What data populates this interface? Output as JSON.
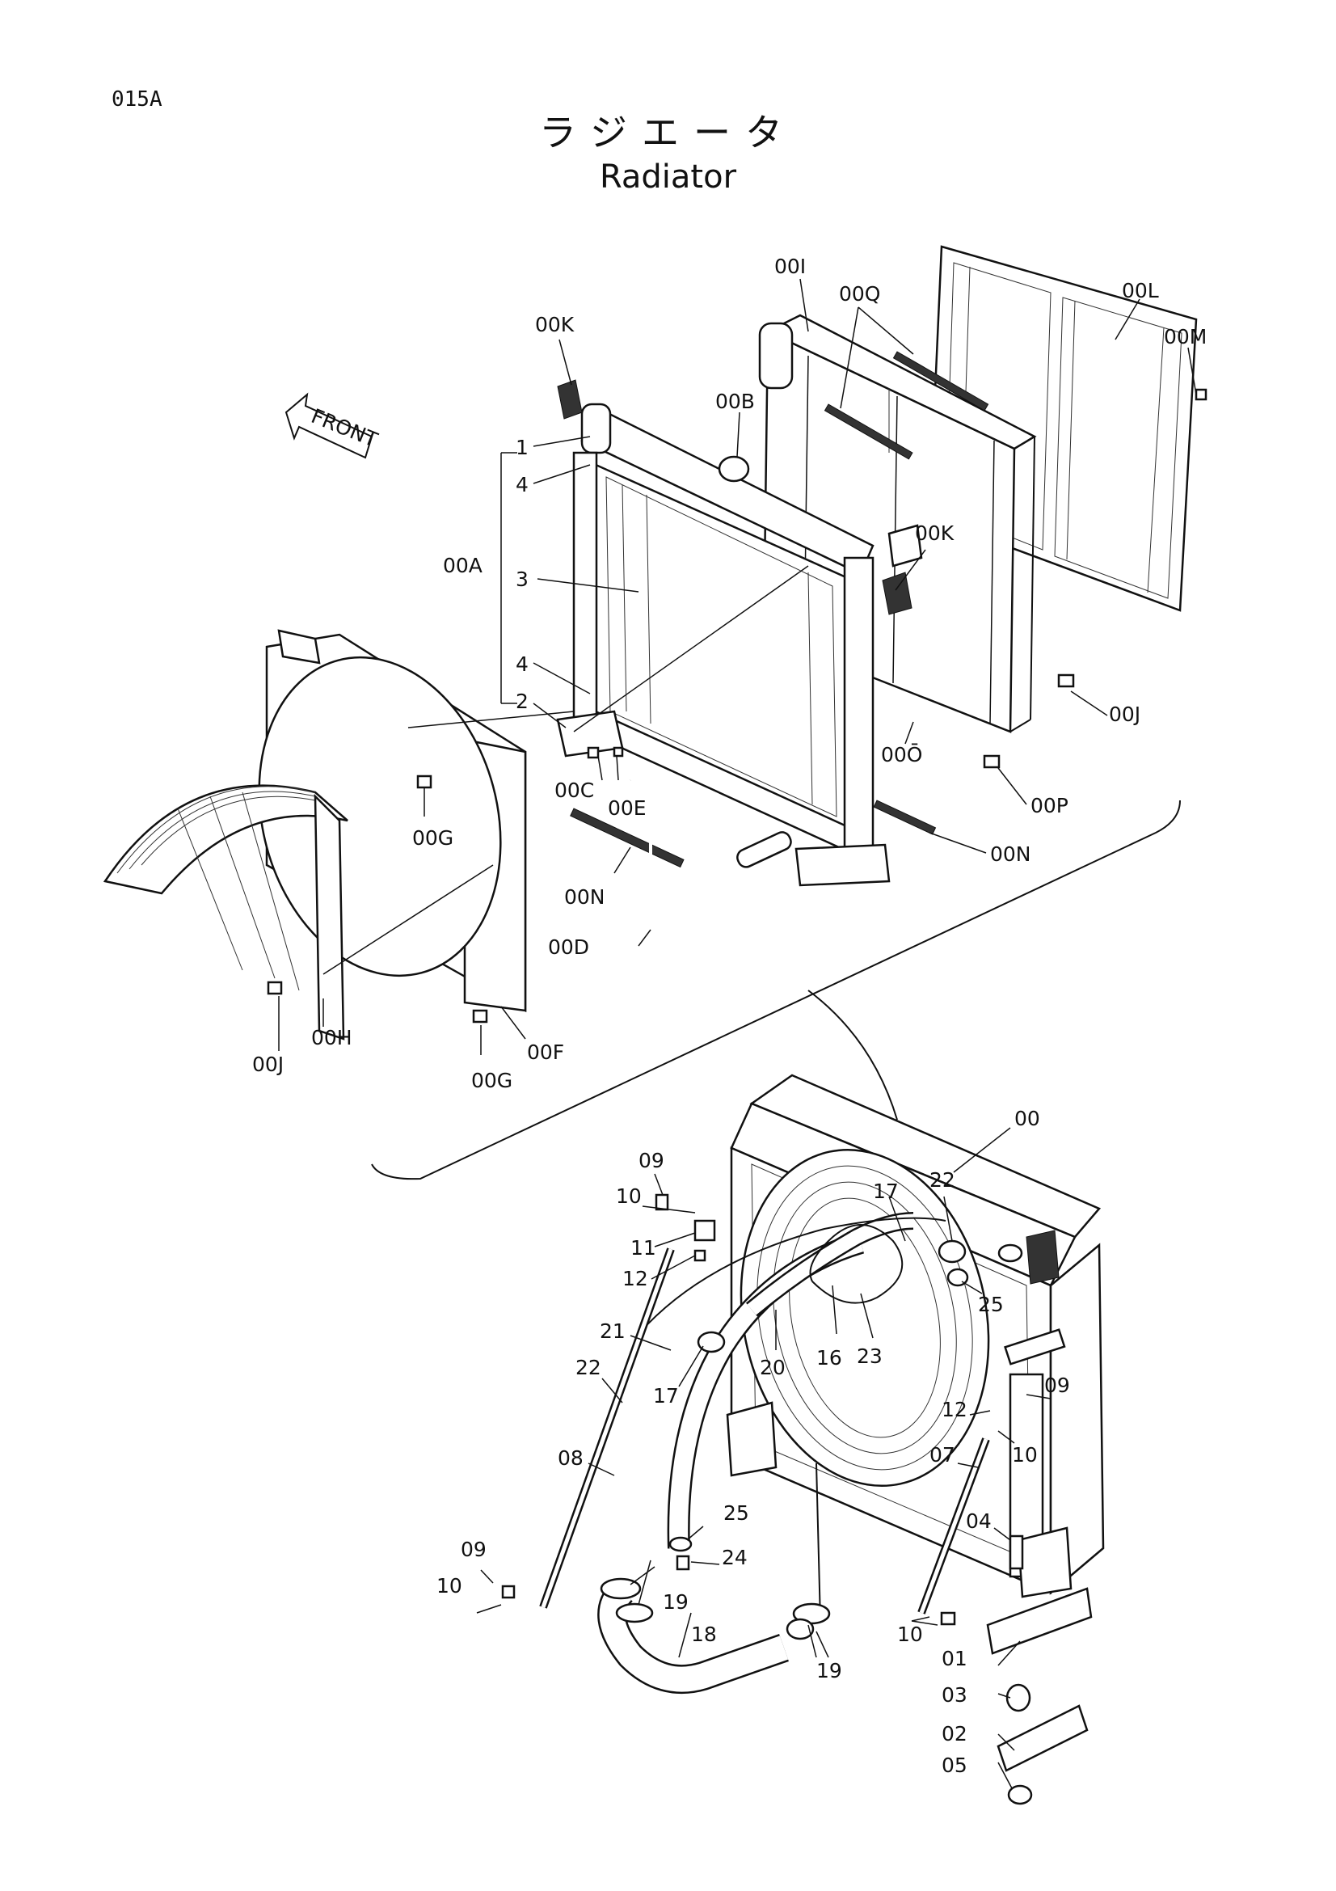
{
  "page_code": "015A",
  "title_jp": "ラジエータ",
  "title_en": "Radiator",
  "front_label": "FRONT",
  "labels": {
    "l_00K_a": "00K",
    "l_00I": "00I",
    "l_00Q": "00Q",
    "l_00L": "00L",
    "l_00M": "00M",
    "l_00B": "00B",
    "l_1": "1",
    "l_4a": "4",
    "l_00A": "00A",
    "l_3": "3",
    "l_00K_b": "00K",
    "l_4b": "4",
    "l_2": "2",
    "l_00J_a": "00J",
    "l_00O": "00Ō",
    "l_00C": "00C",
    "l_00E": "00E",
    "l_00G_a": "00G",
    "l_00P": "00P",
    "l_00N_a": "00N",
    "l_00N_b": "00N",
    "l_00D": "00D",
    "l_00H": "00H",
    "l_00J_b": "00J",
    "l_00F": "00F",
    "l_00G_b": "00G",
    "l_00": "00",
    "l_09a": "09",
    "l_10a": "10",
    "l_11a": "11",
    "l_12a": "12",
    "l_22a": "22",
    "l_17a": "17",
    "l_25a": "25",
    "l_21": "21",
    "l_22b": "22",
    "l_17b": "17",
    "l_20": "20",
    "l_16": "16",
    "l_23": "23",
    "l_09b": "09",
    "l_12b": "12",
    "l_10b": "10",
    "l_08": "08",
    "l_07": "07",
    "l_25b": "25",
    "l_24": "24",
    "l_04": "04",
    "l_09c": "09",
    "l_10c": "10",
    "l_19a": "19",
    "l_18": "18",
    "l_19b": "19",
    "l_10d": "10",
    "l_01": "01",
    "l_03": "03",
    "l_02": "02",
    "l_05": "05"
  }
}
